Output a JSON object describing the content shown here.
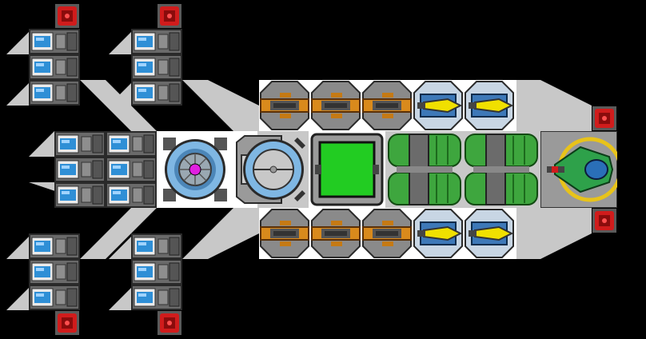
{
  "ship": {
    "hull_color": "#c8c8c8",
    "deck_color": "#ffffff",
    "outline_color": "#000000",
    "modules": {
      "armor_blocks": {
        "icon": "armor-block-icon",
        "color": "#d01c1c",
        "count": 6
      },
      "battery_cells": {
        "icon": "battery-cell-icon",
        "color": "#2f8fd6",
        "count": 24
      },
      "reactor_core": {
        "icon": "reactor-core-icon",
        "color": "#e020e0"
      },
      "gyro_hatch": {
        "icon": "gyro-hatch-icon",
        "color": "#7fb7e3"
      },
      "cargo_bay": {
        "icon": "cargo-bay-icon",
        "color": "#22cc22"
      },
      "fuel_tanks": {
        "icon": "fuel-tank-icon",
        "color": "#3ea63e",
        "count": 2
      },
      "cockpit": {
        "icon": "cockpit-icon",
        "color": "#2ea14a",
        "accent": "#e8c31a"
      },
      "orange_turrets": {
        "icon": "orange-turret-icon",
        "color": "#d98a1c",
        "count": 6
      },
      "yellow_lances": {
        "icon": "yellow-lance-icon",
        "color": "#f0e000",
        "count": 4
      }
    }
  }
}
